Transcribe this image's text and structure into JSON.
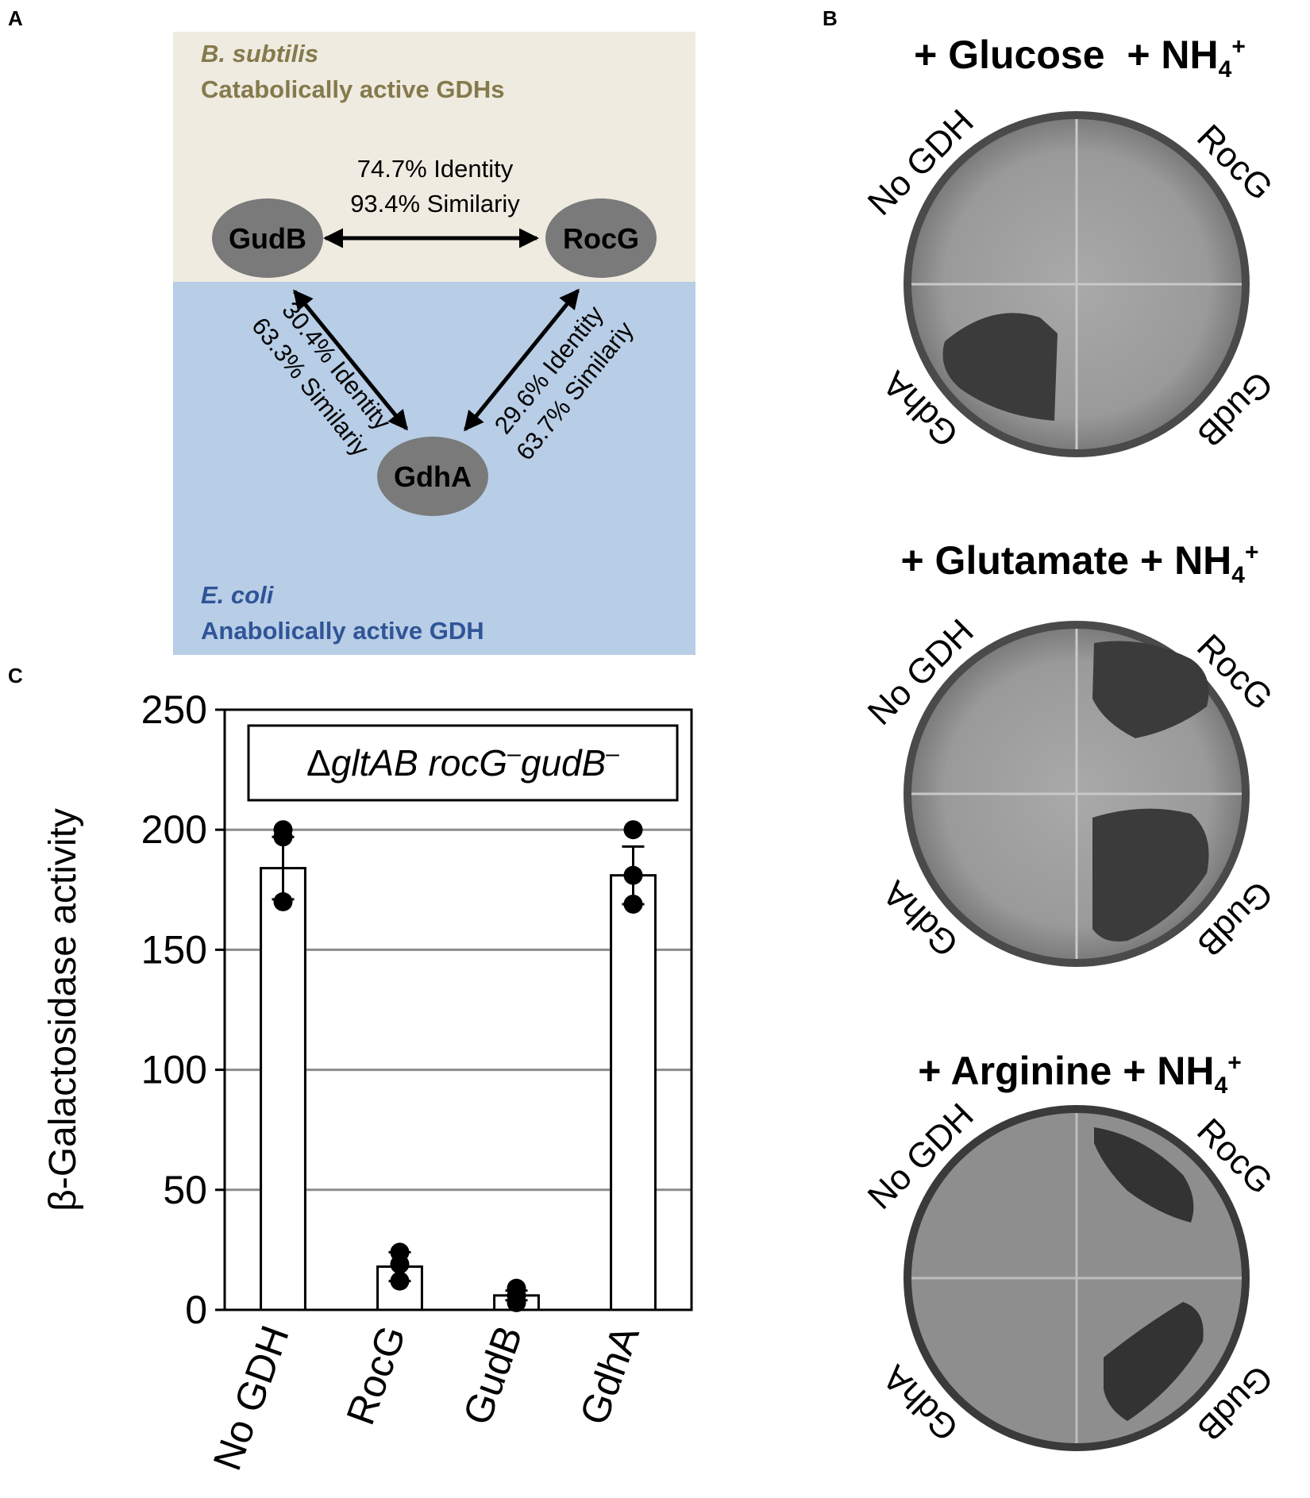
{
  "figure": {
    "panels": {
      "a": {
        "letter": "A",
        "top_species": "B. subtilis",
        "top_caption": "Catabolically active GDHs",
        "bottom_species": "E. coli",
        "bottom_caption": "Anabolically active GDH",
        "nodes": {
          "gudb": "GudB",
          "rocg": "RocG",
          "gdha": "GdhA"
        },
        "gudb_rocg": {
          "identity": "74.7% Identity",
          "similarity": "93.4% Similariy"
        },
        "gudb_gdha": {
          "identity": "30.4% Identity",
          "similarity": "63.3% Similariy"
        },
        "rocg_gdha": {
          "identity": "29.6% Identity",
          "similarity": "63.7% Similariy"
        },
        "colors": {
          "top_bg": "#efebe0",
          "bottom_bg": "#b8cde6",
          "top_text": "#857a4c",
          "bottom_text": "#2f5597",
          "node_fill": "#7a7a7a"
        }
      },
      "b": {
        "letter": "B",
        "conditions": [
          {
            "prefix": "+ Glucose",
            "ion": "+ NH",
            "sub": "4",
            "sup": "+"
          },
          {
            "prefix": "+ Glutamate",
            "ion": "+ NH",
            "sub": "4",
            "sup": "+"
          },
          {
            "prefix": "+ Arginine",
            "ion": "+ NH",
            "sub": "4",
            "sup": "+"
          }
        ],
        "sector_labels": {
          "top_left": "No GDH",
          "top_right": "RocG",
          "bottom_left": "GdhA",
          "bottom_right": "GudB"
        }
      },
      "c": {
        "letter": "C"
      }
    }
  },
  "chart_data": {
    "type": "bar",
    "title": "",
    "inset_label": {
      "delta": "Δ",
      "gene": "gltAB",
      "strain1": "rocG",
      "strain2": "gudB",
      "minus": "–"
    },
    "xlabel": "",
    "ylabel": "β-Galactosidase activity",
    "categories": [
      "No GDH",
      "RocG",
      "GudB",
      "GdhA"
    ],
    "values": [
      184,
      18,
      6,
      181
    ],
    "errors": [
      13,
      6,
      2,
      12
    ],
    "points": [
      [
        200,
        197,
        170
      ],
      [
        24,
        19,
        12
      ],
      [
        9,
        6,
        3
      ],
      [
        200,
        181,
        169
      ]
    ],
    "ylim": [
      0,
      250
    ],
    "yticks": [
      0,
      50,
      100,
      150,
      200,
      250
    ],
    "ytick_labels": [
      "0",
      "50",
      "100",
      "150",
      "200",
      "250"
    ],
    "grid": true
  }
}
